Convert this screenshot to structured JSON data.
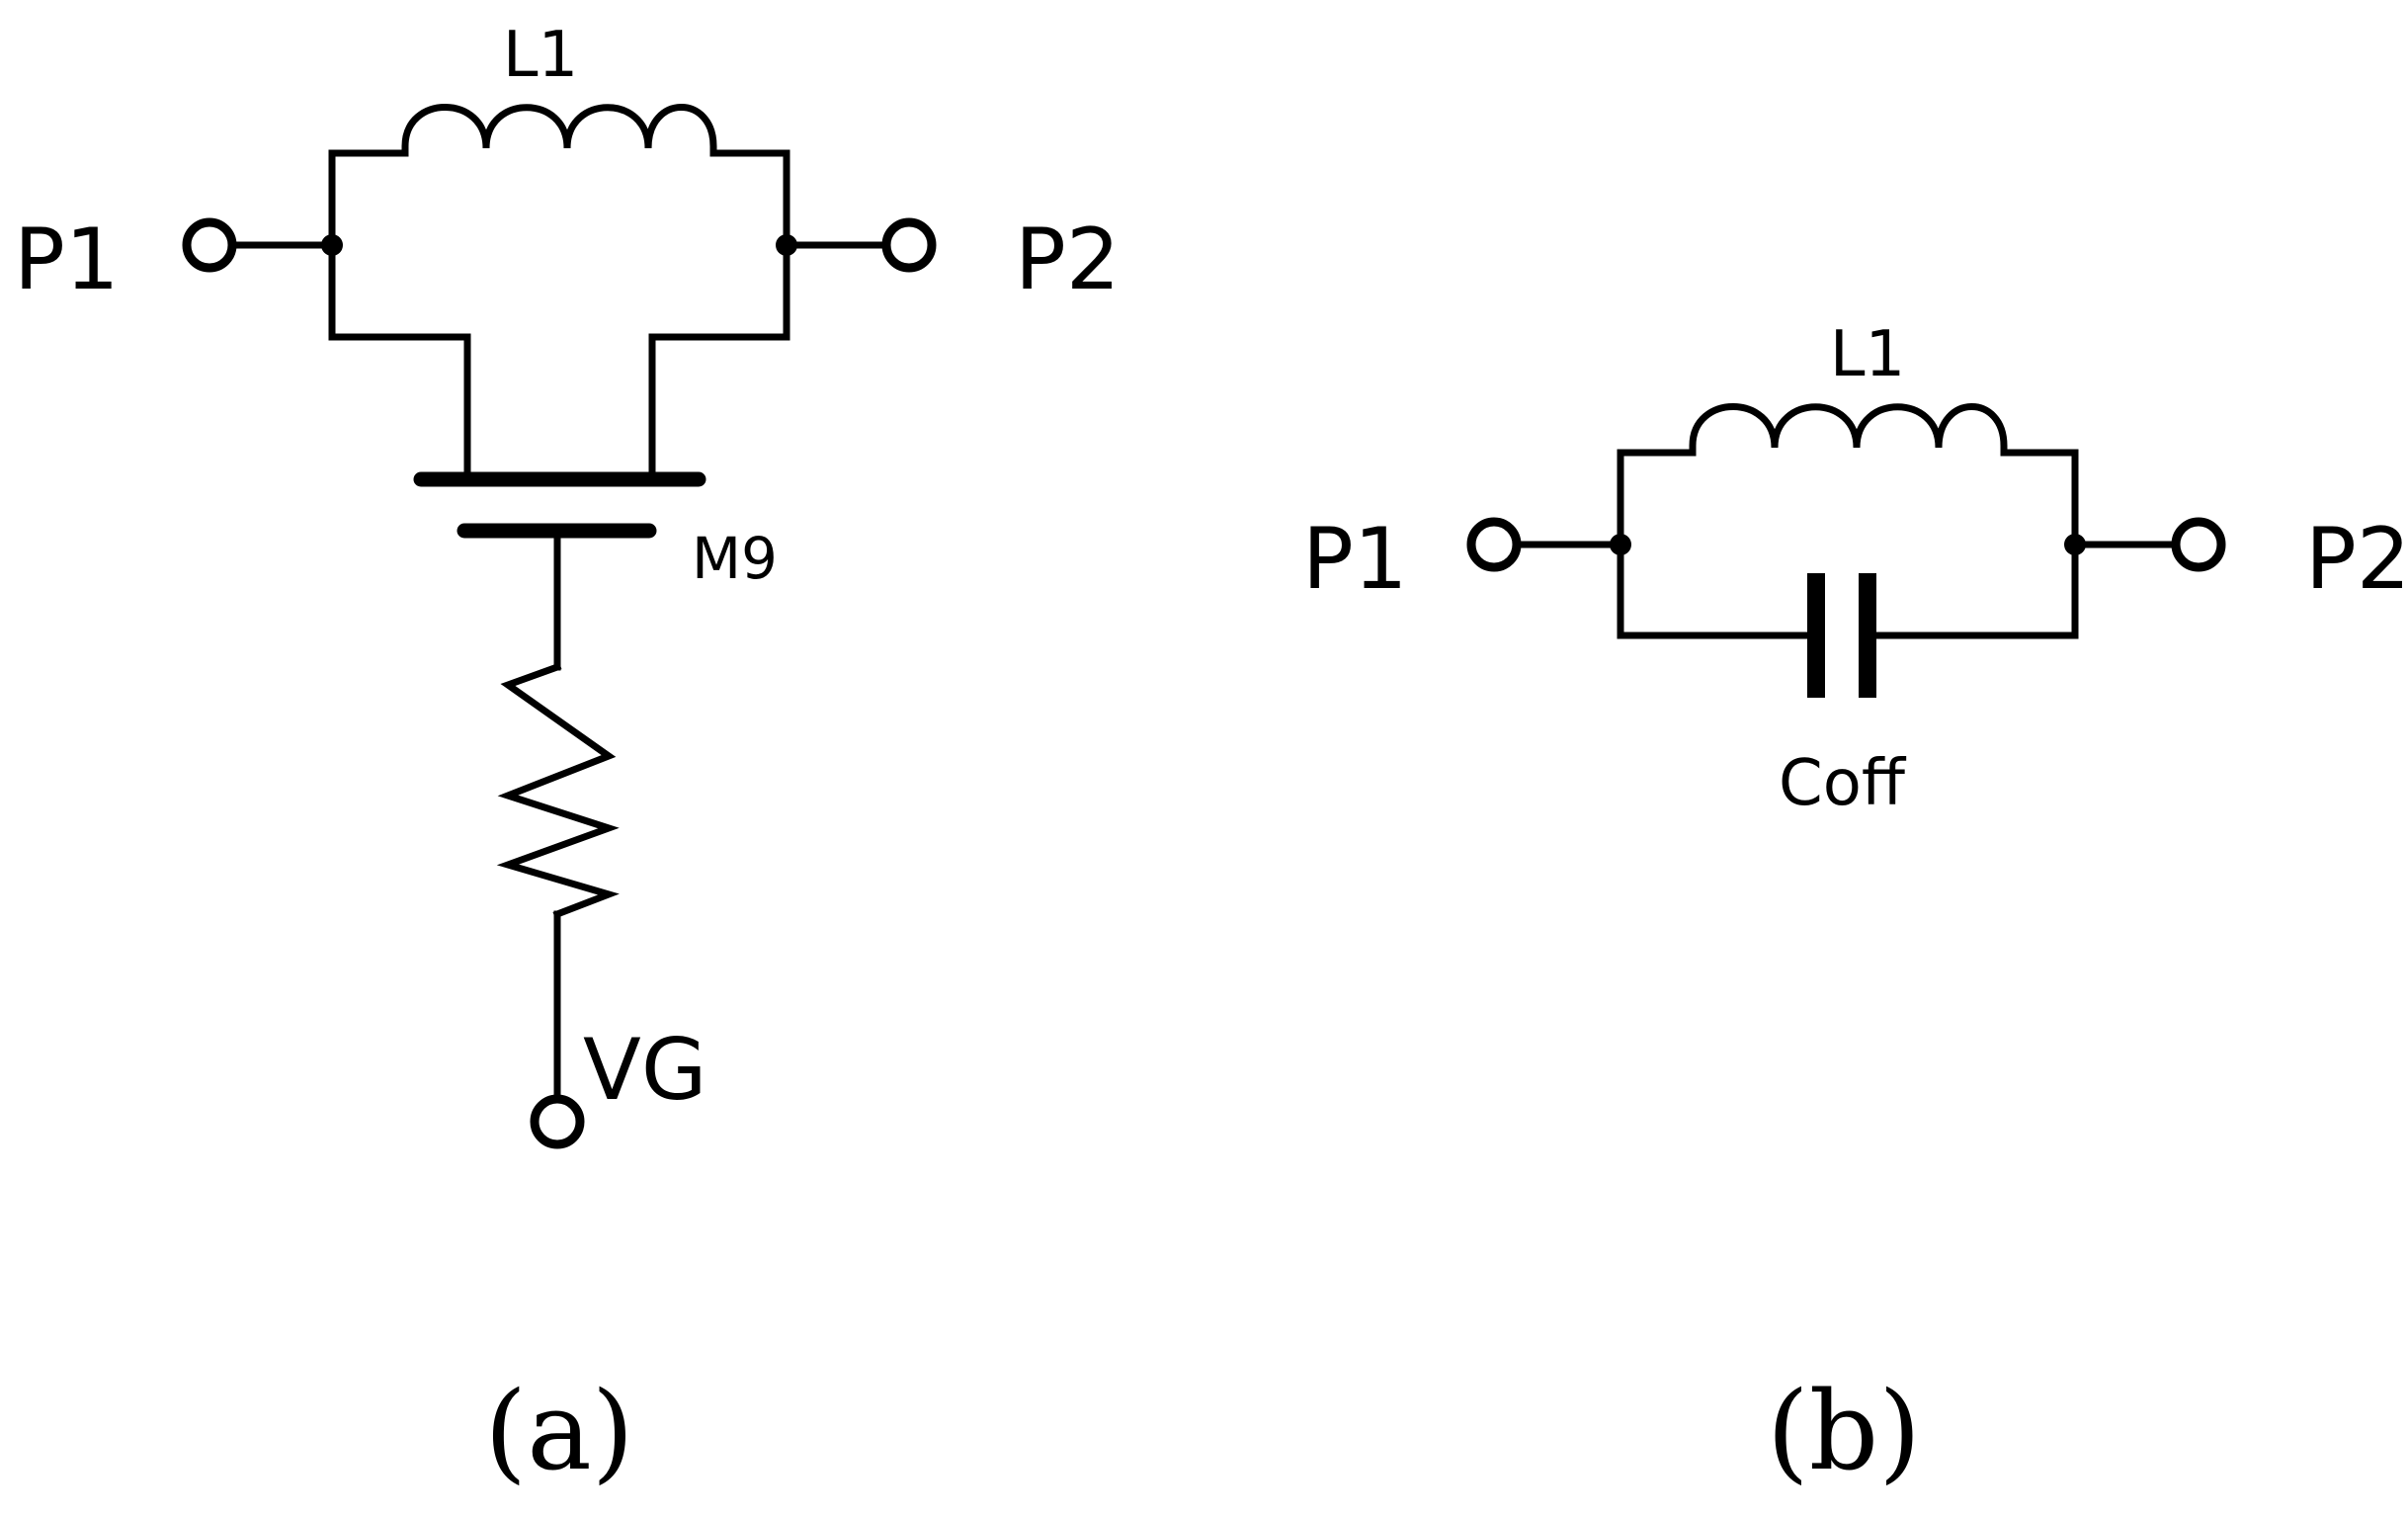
{
  "figure": {
    "panel_a": {
      "caption": "(a)",
      "port_left": "P1",
      "port_right": "P2",
      "inductor": "L1",
      "transistor": "M9",
      "gate_terminal": "VG"
    },
    "panel_b": {
      "caption": "(b)",
      "port_left": "P1",
      "port_right": "P2",
      "inductor": "L1",
      "capacitor": "Coff"
    }
  },
  "icons": [
    "port-terminal-icon",
    "inductor-icon",
    "transistor-icon",
    "resistor-icon",
    "capacitor-icon",
    "junction-node-icon"
  ],
  "colors": {
    "ink": "#000000",
    "background": "#ffffff"
  }
}
